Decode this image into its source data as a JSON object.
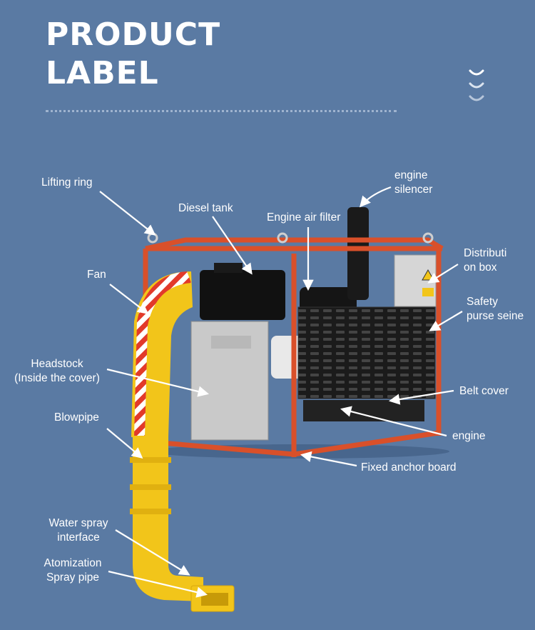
{
  "header": {
    "title_line1": "PRODUCT",
    "title_line2": "LABEL"
  },
  "labels": {
    "lifting_ring": "Lifting ring",
    "diesel_tank": "Diesel tank",
    "engine_silencer_1": "engine",
    "engine_silencer_2": "silencer",
    "engine_air_filter": "Engine air filter",
    "distribution_box_1": "Distributi",
    "distribution_box_2": "on box",
    "fan": "Fan",
    "safety_purse_seine_1": "Safety",
    "safety_purse_seine_2": "purse seine",
    "headstock_1": "Headstock",
    "headstock_2": "(Inside the cover)",
    "belt_cover": "Belt cover",
    "blowpipe": "Blowpipe",
    "engine": "engine",
    "fixed_anchor_board": "Fixed anchor board",
    "water_spray_1": "Water spray",
    "water_spray_2": "interface",
    "atomization_1": "Atomization",
    "atomization_2": "Spray pipe"
  },
  "colors": {
    "background": "#5a7aa3",
    "frame": "#d9502a",
    "fan": "#f2c51a",
    "text": "#ffffff"
  }
}
